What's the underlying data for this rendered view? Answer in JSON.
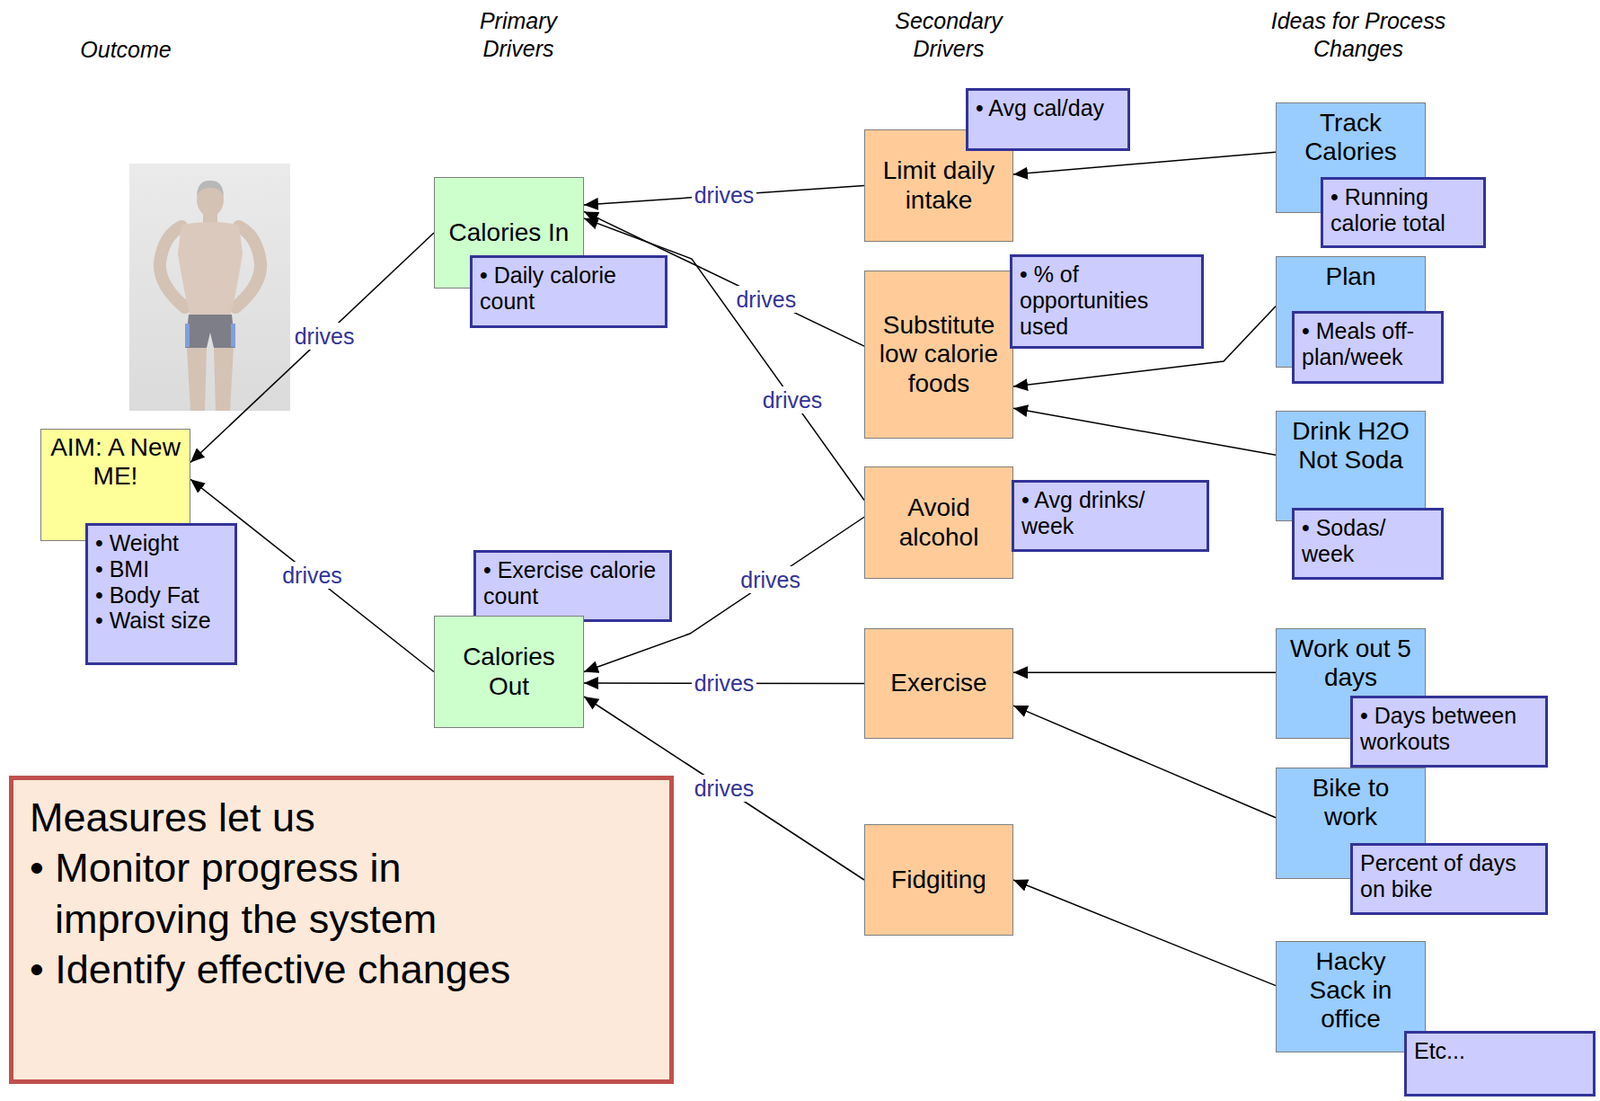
{
  "diagram": {
    "nodes": [
      {
        "text": [
          "AIM: A New ME!"
        ]
      },
      {
        "text": [
          "• Weight",
          "• BMI",
          "• Body Fat",
          "• Waist size"
        ]
      },
      {
        "text": [
          "Calories In"
        ]
      },
      {
        "text": [
          "• Daily calorie count"
        ]
      },
      {
        "text": [
          "• Exercise calorie count"
        ]
      },
      {
        "text": [
          "Calories Out"
        ]
      },
      {
        "text": [
          "Limit daily intake"
        ]
      },
      {
        "text": [
          "• Avg cal/day"
        ]
      },
      {
        "text": [
          "Substitute low calorie foods"
        ]
      },
      {
        "text": [
          "• % of opportunities used"
        ]
      },
      {
        "text": [
          "Avoid alcohol"
        ]
      },
      {
        "text": [
          "• Avg drinks/ week"
        ]
      },
      {
        "text": [
          "Exercise"
        ]
      },
      {
        "text": [
          "Fidgiting"
        ]
      },
      {
        "text": [
          "Track Calories"
        ]
      },
      {
        "text": [
          "• Running calorie total"
        ]
      },
      {
        "text": [
          "Plan"
        ]
      },
      {
        "text": [
          "• Meals off-plan/week"
        ]
      },
      {
        "text": [
          "Drink H2O Not Soda"
        ]
      },
      {
        "text": [
          "• Sodas/ week"
        ]
      },
      {
        "text": [
          "Work out 5 days"
        ]
      },
      {
        "text": [
          "• Days between workouts"
        ]
      },
      {
        "text": [
          "Bike to work"
        ]
      },
      {
        "text": [
          "Percent of days on bike"
        ]
      },
      {
        "text": [
          "Hacky Sack in office"
        ]
      },
      {
        "text": [
          "Etc..."
        ]
      },
      {
        "text": [
          "Measures let us",
          "• Monitor progress in improving the system",
          "• Identify effective changes"
        ]
      }
    ],
    "edges": [
      {
        "from": 2,
        "to": 0,
        "label": "drives",
        "arrow": "to"
      },
      {
        "from": 5,
        "to": 0,
        "label": "drives",
        "arrow": "to"
      },
      {
        "from": 6,
        "to": 2,
        "label": "drives",
        "arrow": "to"
      },
      {
        "from": 8,
        "to": 2,
        "label": "drives",
        "arrow": "to"
      },
      {
        "from": 10,
        "to": 2,
        "label": "drives",
        "arrow": "to"
      },
      {
        "from": 10,
        "to": 5,
        "label": "drives",
        "arrow": "to"
      },
      {
        "from": 12,
        "to": 5,
        "label": "drives",
        "arrow": "to"
      },
      {
        "from": 13,
        "to": 5,
        "label": "drives",
        "arrow": "to"
      },
      {
        "from": 14,
        "to": 6,
        "arrow": "to"
      },
      {
        "from": 16,
        "to": 8,
        "arrow": "to"
      },
      {
        "from": 18,
        "to": 8,
        "arrow": "to"
      },
      {
        "from": 20,
        "to": 12,
        "arrow": "to"
      },
      {
        "from": 22,
        "to": 12,
        "arrow": "to"
      },
      {
        "from": 24,
        "to": 13,
        "arrow": "to"
      }
    ],
    "labels": [
      "Outcome",
      "Primary Drivers",
      "Secondary Drivers",
      "Ideas for Process Changes"
    ]
  }
}
